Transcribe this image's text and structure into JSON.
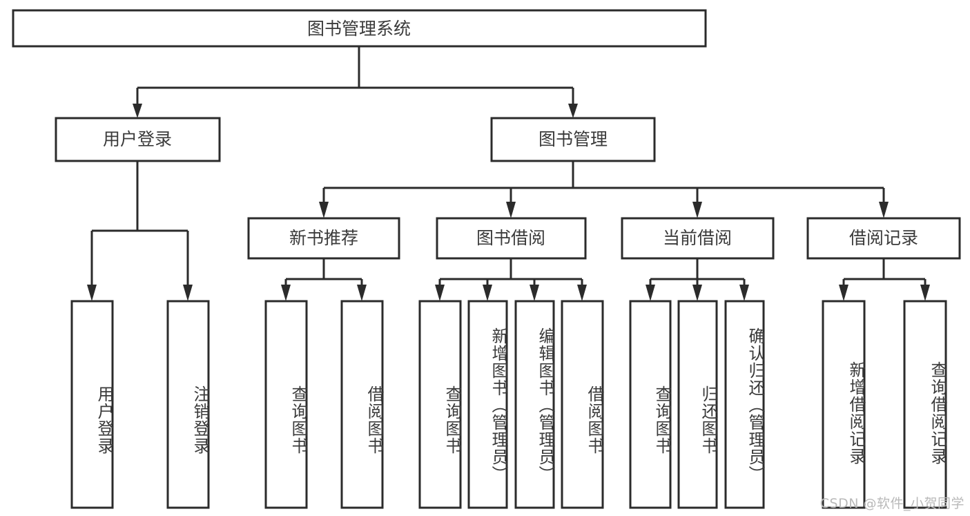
{
  "diagram": {
    "type": "tree-hierarchy-chart",
    "title": "图书管理系统",
    "orientation": "top-down",
    "colors": {
      "box_fill": "#ffffff",
      "box_stroke": "#2b2b2b",
      "text": "#3a3a3a",
      "background": "#ffffff",
      "watermark": "#b9b9b9"
    },
    "root": {
      "label": "图书管理系统"
    },
    "level1": [
      {
        "label": "用户登录"
      },
      {
        "label": "图书管理"
      }
    ],
    "level2_under_book_mgmt": [
      {
        "label": "新书推荐"
      },
      {
        "label": "图书借阅"
      },
      {
        "label": "当前借阅"
      },
      {
        "label": "借阅记录"
      }
    ],
    "leaves": {
      "user_login": [
        {
          "label": "用户登录"
        },
        {
          "label": "注销登录"
        }
      ],
      "new_book_recommend": [
        {
          "label": "查询图书"
        },
        {
          "label": "借阅图书"
        }
      ],
      "book_borrow": [
        {
          "label": "查询图书"
        },
        {
          "label": "新增图书（管理员）"
        },
        {
          "label": "编辑图书（管理员）"
        },
        {
          "label": "借阅图书"
        }
      ],
      "current_borrow": [
        {
          "label": "查询图书"
        },
        {
          "label": "归还图书"
        },
        {
          "label": "确认归还（管理员）"
        }
      ],
      "borrow_records": [
        {
          "label": "新增借阅记录"
        },
        {
          "label": "查询借阅记录"
        }
      ]
    },
    "watermark": "CSDN @软件_小贺同学"
  }
}
